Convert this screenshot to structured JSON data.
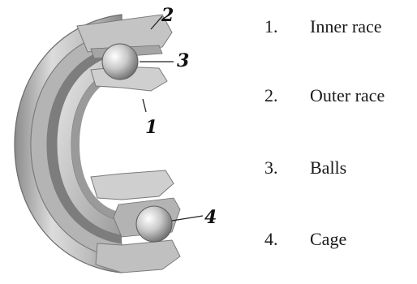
{
  "callouts": {
    "inner_race": "1",
    "outer_race": "2",
    "balls": "3",
    "cage": "4"
  },
  "legend": [
    {
      "number": "1.",
      "label": "Inner race"
    },
    {
      "number": "2.",
      "label": "Outer race"
    },
    {
      "number": "3.",
      "label": "Balls"
    },
    {
      "number": "4.",
      "label": "Cage"
    }
  ]
}
